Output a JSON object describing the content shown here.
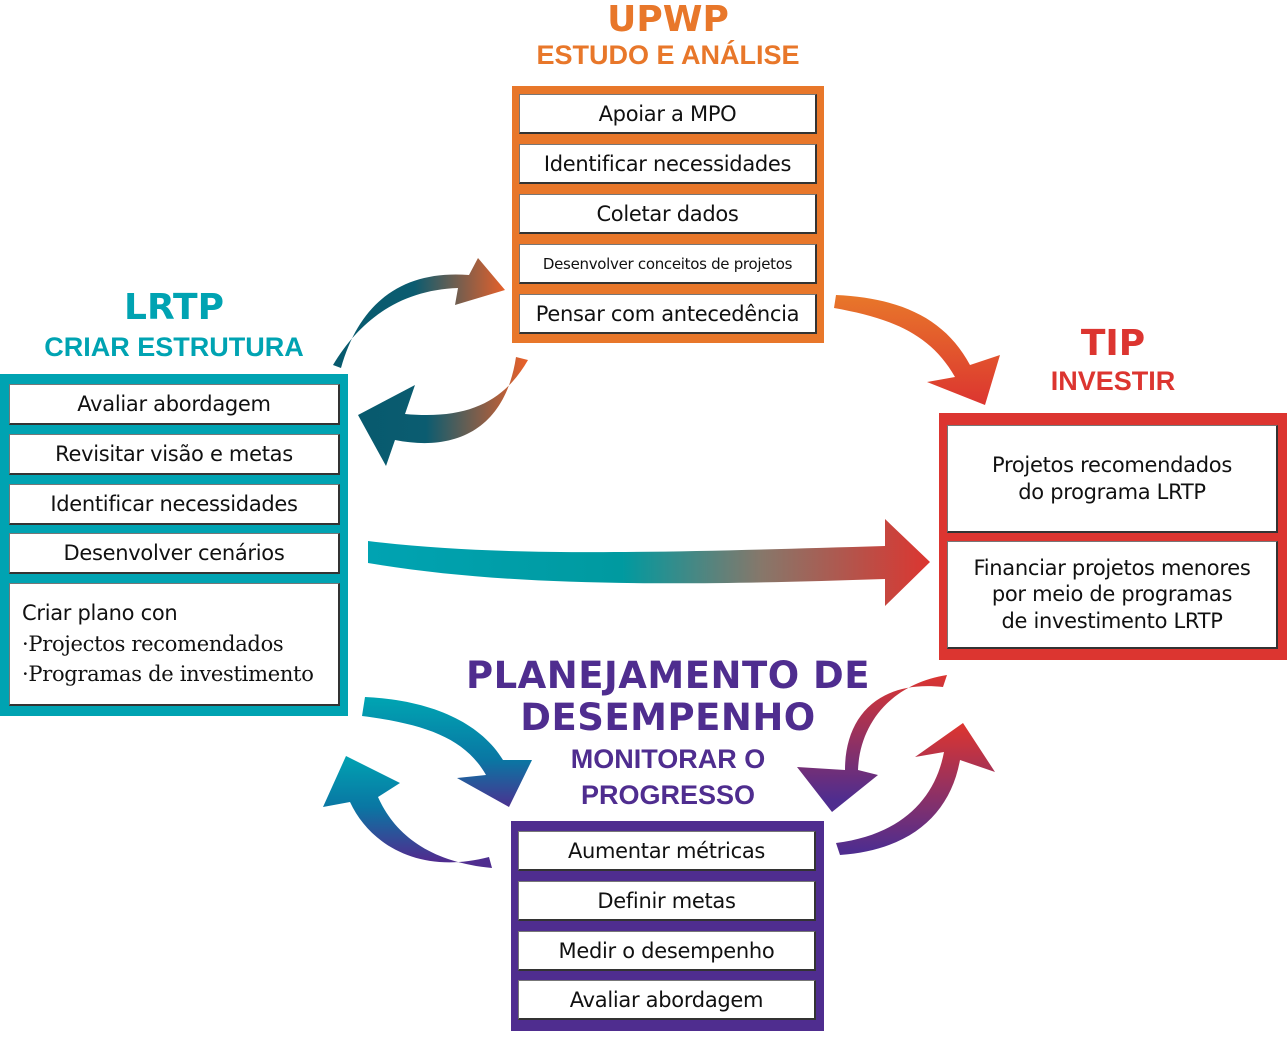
{
  "colors": {
    "upwp": "#E8772A",
    "lrtp": "#00A3B2",
    "tip": "#DC3530",
    "performance": "#4F2D8F",
    "lrtp_dark": "#075A6E"
  },
  "upwp": {
    "title": "UPWP",
    "subtitle": "ESTUDO E ANÁLISE",
    "items": [
      "Apoiar a MPO",
      "Identificar necessidades",
      "Coletar dados",
      "Desenvolver conceitos de projetos",
      "Pensar com antecedência"
    ]
  },
  "lrtp": {
    "title": "LRTP",
    "subtitle": "CRIAR ESTRUTURA",
    "items": [
      "Avaliar abordagem",
      "Revisitar visão e metas",
      "Identificar necessidades",
      "Desenvolver cenários"
    ],
    "plan": {
      "heading": "Criar plano con",
      "bullets": [
        "·Projectos recomendados",
        "·Programas de investimento"
      ]
    }
  },
  "tip": {
    "title": "TIP",
    "subtitle": "INVESTIR",
    "items": [
      [
        "Projetos recomendados",
        "do programa LRTP"
      ],
      [
        "Financiar projetos menores",
        "por meio de programas",
        "de investimento LRTP"
      ]
    ]
  },
  "performance": {
    "title_lines": [
      "PLANEJAMENTO DE",
      "DESEMPENHO"
    ],
    "subtitle_lines": [
      "MONITORAR O",
      "PROGRESSO"
    ],
    "items": [
      "Aumentar métricas",
      "Definir metas",
      "Medir o desempenho",
      "Avaliar abordagem"
    ]
  },
  "connections": [
    {
      "from": "lrtp",
      "to": "upwp"
    },
    {
      "from": "upwp",
      "to": "lrtp"
    },
    {
      "from": "upwp",
      "to": "tip"
    },
    {
      "from": "lrtp",
      "to": "tip"
    },
    {
      "from": "lrtp",
      "to": "performance"
    },
    {
      "from": "performance",
      "to": "lrtp"
    },
    {
      "from": "tip",
      "to": "performance"
    },
    {
      "from": "performance",
      "to": "tip"
    }
  ]
}
